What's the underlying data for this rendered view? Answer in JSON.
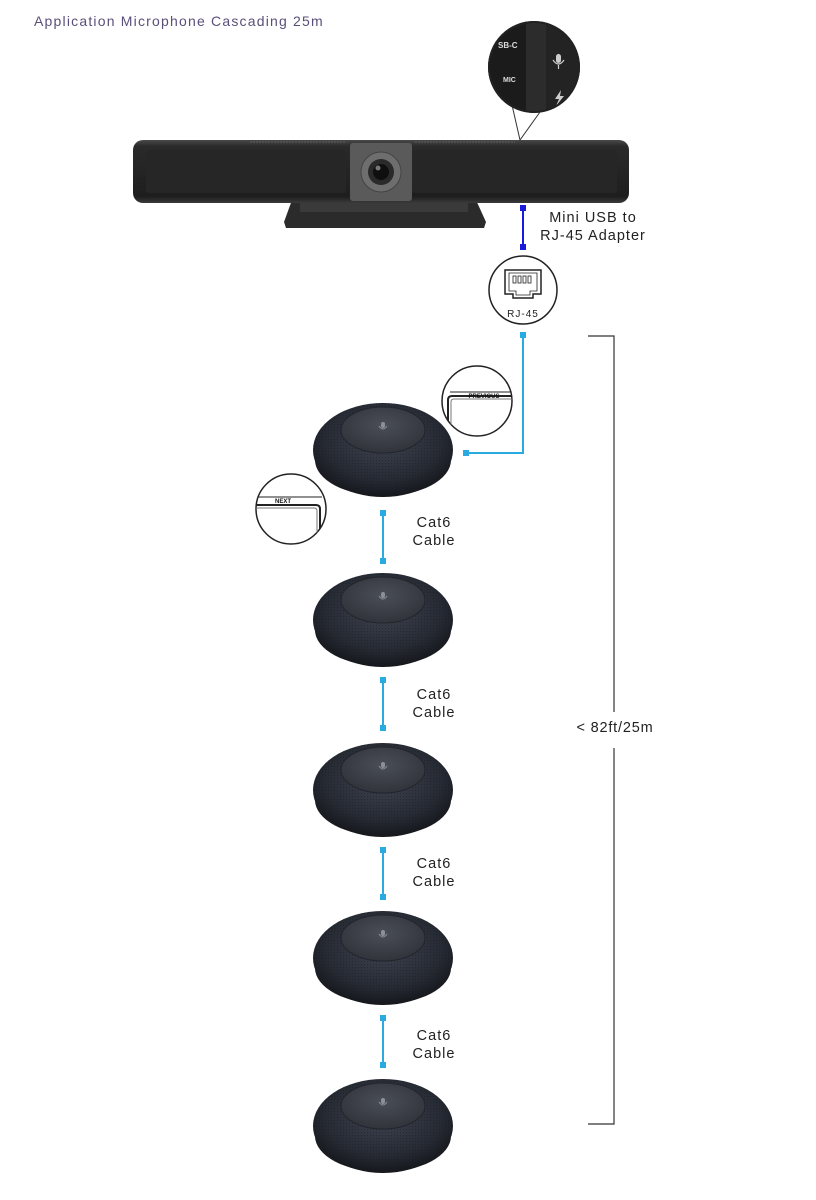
{
  "title": "Application Microphone Cascading 25m",
  "camera_ports": {
    "usb_c": "SB-C",
    "mic": "MIC"
  },
  "adapter_label_line1": "Mini USB to",
  "adapter_label_line2": "RJ-45 Adapter",
  "rj45_label": "RJ-45",
  "port_previous_label": "PREVIOUS",
  "port_next_label": "NEXT",
  "cable_label_line1": "Cat6",
  "cable_label_line2": "Cable",
  "range_label": "< 82ft/25m",
  "colors": {
    "cable": "#29abe2",
    "adapter": "#1a1adb",
    "title": "#5a4f7a"
  }
}
